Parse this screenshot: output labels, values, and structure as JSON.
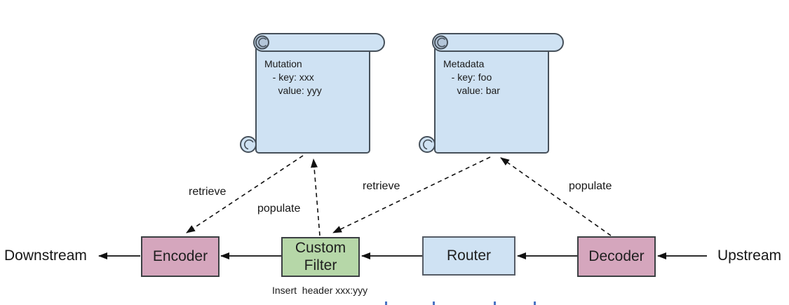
{
  "flow": {
    "downstream_label": "Downstream",
    "upstream_label": "Upstream",
    "nodes": [
      {
        "id": "encoder",
        "label": "Encoder",
        "fill": "#d5a6bd"
      },
      {
        "id": "custom_filter",
        "label": "Custom Filter",
        "fill": "#b6d7a8"
      },
      {
        "id": "router",
        "label": "Router",
        "fill": "#cfe2f3"
      },
      {
        "id": "decoder",
        "label": "Decoder",
        "fill": "#d5a6bd"
      }
    ],
    "caption": "Insert  header xxx:yyy"
  },
  "scrolls": [
    {
      "id": "mutation",
      "text": "Mutation\n   - key: xxx\n     value: yyy",
      "fill": "#cfe2f3"
    },
    {
      "id": "metadata",
      "text": "Metadata\n   - key: foo\n     value: bar",
      "fill": "#cfe2f3"
    }
  ],
  "edges": [
    {
      "from": "mutation-scroll",
      "to": "encoder",
      "label": "retrieve",
      "style": "dashed"
    },
    {
      "from": "custom-filter",
      "to": "mutation-scroll",
      "label": "populate",
      "style": "dashed"
    },
    {
      "from": "metadata-scroll",
      "to": "custom-filter",
      "label": "retrieve",
      "style": "dashed"
    },
    {
      "from": "decoder",
      "to": "metadata-scroll",
      "label": "populate",
      "style": "dashed"
    },
    {
      "from": "encoder",
      "to": "downstream",
      "style": "solid"
    },
    {
      "from": "custom-filter",
      "to": "encoder",
      "style": "solid"
    },
    {
      "from": "router",
      "to": "custom-filter",
      "style": "solid"
    },
    {
      "from": "decoder",
      "to": "router",
      "style": "solid"
    },
    {
      "from": "upstream",
      "to": "decoder",
      "style": "solid"
    }
  ],
  "colors": {
    "background": "#ffffff",
    "scroll_fill": "#cfe2f3",
    "router_fill": "#cfe2f3",
    "encoder_fill": "#d5a6bd",
    "decoder_fill": "#d5a6bd",
    "custom_filter_fill": "#b6d7a8",
    "box_border": "#3c4043",
    "scroll_border": "#46505a",
    "line": "#111111",
    "text": "#1d1d1d",
    "clipped_link_blue": "#4a74c4"
  }
}
